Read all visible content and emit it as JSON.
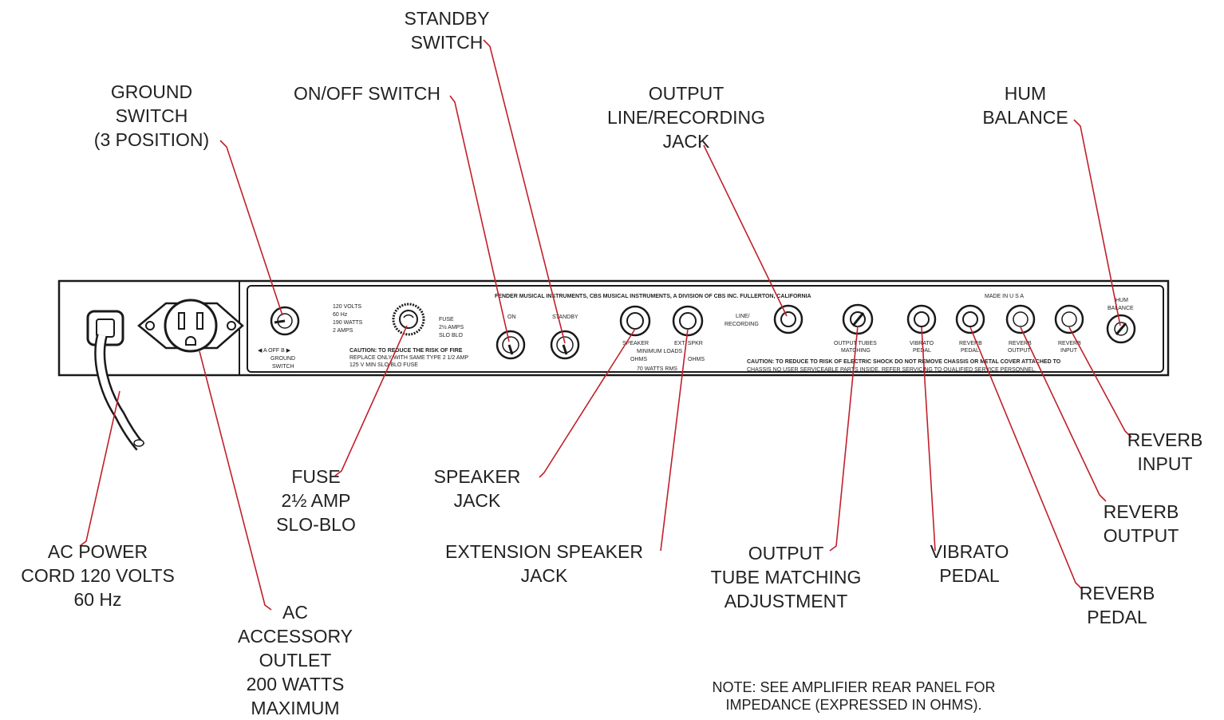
{
  "callouts": {
    "standby_switch": "STANDBY\nSWITCH",
    "ground_switch": "GROUND\nSWITCH\n(3 POSITION)",
    "on_off_switch": "ON/OFF SWITCH",
    "output_line": "OUTPUT\nLINE/RECORDING\nJACK",
    "hum_balance": "HUM\nBALANCE",
    "fuse": "FUSE\n2½ AMP\nSLO-BLO",
    "speaker_jack": "SPEAKER\nJACK",
    "extension_speaker": "EXTENSION SPEAKER\nJACK",
    "output_tube": "OUTPUT\nTUBE MATCHING\nADJUSTMENT",
    "vibrato_pedal": "VIBRATO\nPEDAL",
    "reverb_pedal": "REVERB\nPEDAL",
    "reverb_output": "REVERB\nOUTPUT",
    "reverb_input": "REVERB\nINPUT",
    "ac_power": "AC POWER\nCORD 120 VOLTS\n60 Hz",
    "ac_outlet": "AC\nACCESSORY\nOUTLET\n200 WATTS\nMAXIMUM",
    "note": "NOTE: SEE AMPLIFIER REAR PANEL FOR\nIMPEDANCE (EXPRESSED IN OHMS)."
  },
  "panel": {
    "header": "FENDER MUSICAL INSTRUMENTS, CBS MUSICAL INSTRUMENTS, A DIVISION OF CBS INC. FULLERTON, CALIFORNIA",
    "made_in": "MADE IN U S A",
    "ratings": [
      "120 VOLTS",
      "60 Hz",
      "190 WATTS",
      "2 AMPS"
    ],
    "ground_positions": "◀ A   OFF   B ▶",
    "ground_label": [
      "GROUND",
      "SWITCH"
    ],
    "fuse_label": [
      "FUSE",
      "2½ AMPS",
      "SLO BLO"
    ],
    "fuse_caution": [
      "CAUTION:  TO REDUCE THE RISK OF FIRE",
      "REPLACE ONLY WITH SAME TYPE 2 1/2 AMP",
      "125 V  MIN  SLO-BLO FUSE"
    ],
    "on_label": "ON",
    "standby_label": "STANDBY",
    "speaker_label": "SPEAKER",
    "ext_spkr_label": "EXT. SPKR",
    "min_loads": "MINIMUM LOADS",
    "ohms_left": "OHMS",
    "ohms_right": "OHMS",
    "watts_rms": "70 WATTS RMS",
    "line_recording": [
      "LINE/",
      "RECORDING"
    ],
    "output_tubes": [
      "OUTPUT TUBES",
      "MATCHING"
    ],
    "vibrato": [
      "VIBRATO",
      "PEDAL"
    ],
    "reverb_pedal": [
      "REVERB",
      "PEDAL"
    ],
    "reverb_output": [
      "REVERB",
      "OUTPUT"
    ],
    "reverb_input": [
      "REVERB",
      "INPUT"
    ],
    "hum_balance": [
      "HUM",
      "BALANCE"
    ],
    "shock_caution": [
      "CAUTION: TO REDUCE TO RISK OF ELECTRIC SHOCK DO NOT REMOVE CHASSIS OR METAL COVER ATTACHED TO",
      "CHASSIS  NO  USER SERVICEABLE PARTS INSIDE. REFER SERVICING TO QUALIFIED SERVICE PERSONNEL."
    ]
  },
  "colors": {
    "leader": "#c0202a",
    "ink": "#1a1a1a"
  }
}
